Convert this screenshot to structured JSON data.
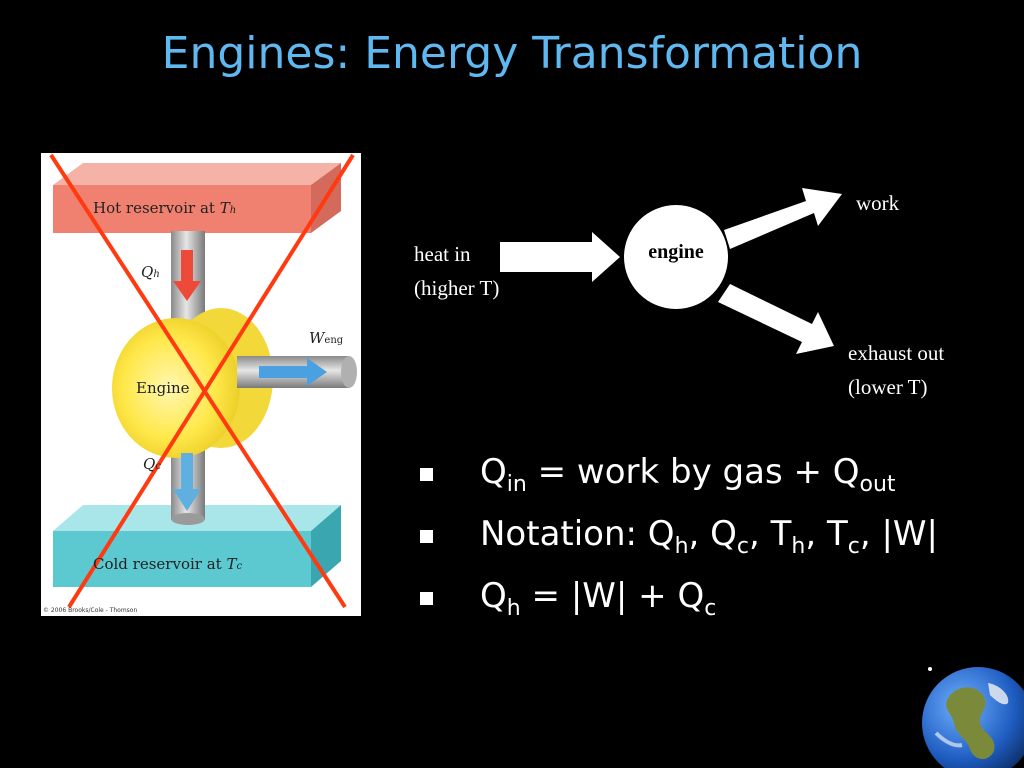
{
  "title": "Engines: Energy Transformation",
  "figure": {
    "hot_reservoir": "Hot reservoir at ",
    "hot_symbol": "T",
    "hot_sub": "h",
    "qh_symbol": "Q",
    "qh_sub": "h",
    "engine": "Engine",
    "weng_symbol": "W",
    "weng_sub": "eng",
    "qc_symbol": "Q",
    "qc_sub": "c",
    "cold_reservoir": "Cold reservoir at ",
    "cold_symbol": "T",
    "cold_sub": "c",
    "copyright": "© 2006 Brooks/Cole - Thomson"
  },
  "diagram": {
    "heat_in_line1": "heat in",
    "heat_in_line2": "(higher T)",
    "engine": "engine",
    "work": "work",
    "exhaust_line1": "exhaust out",
    "exhaust_line2": "(lower T)"
  },
  "bullets": [
    {
      "main": "Q",
      "sub1": "in",
      "rest": " = work by gas + Q",
      "sub2": "out"
    },
    {
      "main": "Notation: Q",
      "sub1": "h",
      "mid1": ", Q",
      "sub2": "c",
      "mid2": ", T",
      "sub3": "h",
      "mid3": ", T",
      "sub4": "c",
      "end": ", |W|"
    },
    {
      "main": "Q",
      "sub1": "h",
      "rest": " = |W| + Q",
      "sub2": "c"
    }
  ],
  "colors": {
    "title": "#5fb8f0",
    "cross": "#ff3a10",
    "hot": "#f08070",
    "cold": "#5cc8d0",
    "engine": "#ffe84a"
  }
}
